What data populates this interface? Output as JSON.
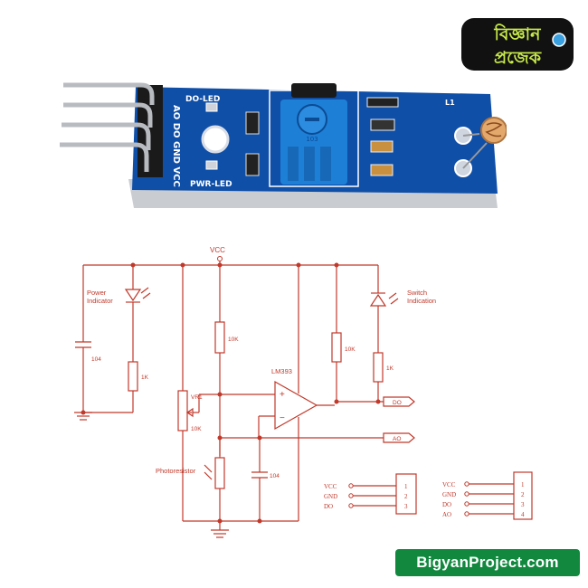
{
  "logo": {
    "line1": "বিজ্ঞান",
    "line2": "প্রজেক"
  },
  "board": {
    "silk_do_led": "DO-LED",
    "silk_pins": "AO DO GND VCC",
    "silk_pwr_led": "PWR-LED",
    "pot_marking": "103",
    "ldr_marks": "L1"
  },
  "schematic": {
    "vcc": "VCC",
    "power_indicator": "Power Indicator",
    "switch_indication": "Switch Indication",
    "cap_104_left": "104",
    "res_1k_left": "1K",
    "res_10k_center": "10K",
    "res_10k_right": "10K",
    "res_1k_right": "1K",
    "comparator": "LM393",
    "pot": "VR1",
    "pot_value": "10K",
    "output_do": "DO",
    "output_ao": "AO",
    "photoresistor": "Photoresistor",
    "cap_104_bottom": "104",
    "header3": {
      "labels": [
        "VCC",
        "GND",
        "DO"
      ],
      "numbers": [
        "1",
        "2",
        "3"
      ]
    },
    "header4": {
      "labels": [
        "VCC",
        "GND",
        "DO",
        "AO"
      ],
      "numbers": [
        "1",
        "2",
        "3",
        "4"
      ]
    }
  },
  "badge": {
    "text": "BigyanProject.com"
  },
  "colors": {
    "schematic": "#c0392b",
    "pcb": "#0f4fa8",
    "badge": "#12883f"
  }
}
